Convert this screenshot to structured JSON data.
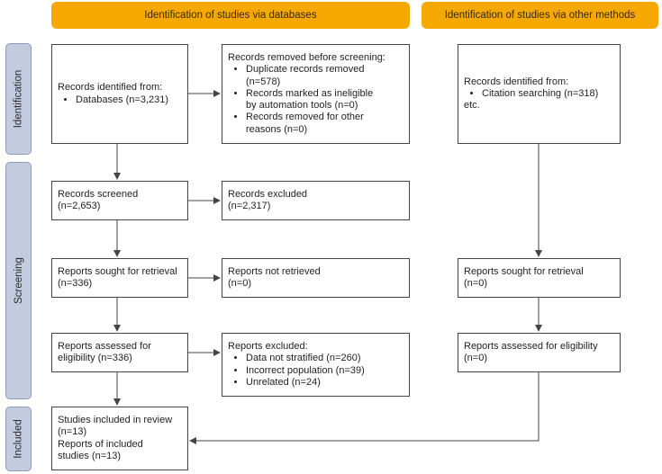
{
  "headers": {
    "databases": "Identification of studies via databases",
    "other": "Identification of studies via other methods"
  },
  "stages": {
    "identification": "Identification",
    "screening": "Screening",
    "included": "Included"
  },
  "boxes": {
    "records_identified": {
      "title": "Records identified from:",
      "bullets": [
        "Databases (n=3,231)"
      ]
    },
    "records_removed": {
      "title": "Records removed before screening:",
      "bullets": [
        "Duplicate records removed\n(n=578)",
        "Records marked as ineligible\nby automation tools (n=0)",
        "Records removed for other\nreasons (n=0)"
      ]
    },
    "other_identified": {
      "title": "Records identified from:",
      "bullets": [
        "Citation searching (n=318)"
      ],
      "extra": "etc."
    },
    "records_screened": {
      "title": "Records screened\n(n=2,653)"
    },
    "records_excluded": {
      "title": "Records excluded\n(n=2,317)"
    },
    "reports_sought": {
      "title": "Reports sought for retrieval\n(n=336)"
    },
    "reports_not_retrieved": {
      "title": "Reports not retrieved\n(n=0)"
    },
    "other_reports_sought": {
      "title": "Reports sought for retrieval\n(n=0)"
    },
    "reports_assessed": {
      "title": "Reports assessed for\neligibility (n=336)"
    },
    "reports_excluded": {
      "title": "Reports excluded:",
      "bullets": [
        "Data not stratified (n=260)",
        "Incorrect population (n=39)",
        "Unrelated (n=24)"
      ]
    },
    "other_reports_assessed": {
      "title": "Reports assessed for eligibility\n(n=0)"
    },
    "studies_included": {
      "title": "Studies included in review\n(n=13)\nReports of included\nstudies (n=13)"
    }
  },
  "colors": {
    "header": "#f5a800",
    "stage_label": "#c2cbe0",
    "line": "#444444"
  }
}
